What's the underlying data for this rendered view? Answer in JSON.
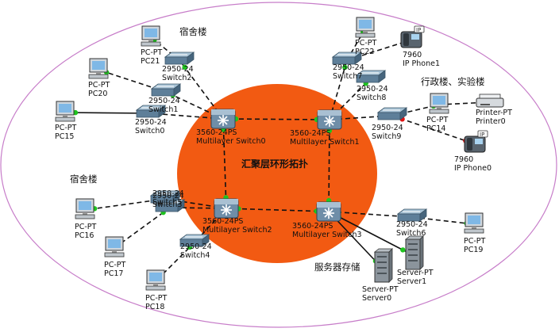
{
  "colors": {
    "ellipse_stroke": "#c77dc9",
    "core_fill": "#f25a12",
    "link_green": "#1fc41f",
    "link_red": "#e01010",
    "ring_link": "#111111"
  },
  "zones": {
    "dorm_top": "宿舍楼",
    "dorm_left": "宿舍楼",
    "admin_lab": "行政楼、实验楼",
    "server_storage": "服务器存储",
    "core_ring": "汇聚层环形拓扑"
  },
  "multilayer_switches": [
    {
      "id": "ms0",
      "model": "3560-24PS",
      "name": "Multilayer Switch0"
    },
    {
      "id": "ms1",
      "model": "3560-24PS",
      "name": "Multilayer Switch1"
    },
    {
      "id": "ms2",
      "model": "3560-24PS",
      "name": "Multilayer Switch2"
    },
    {
      "id": "ms3",
      "model": "3560-24PS",
      "name": "Multilayer Switch3"
    }
  ],
  "switches": [
    {
      "id": "sw0",
      "model": "2950-24",
      "name": "Switch0"
    },
    {
      "id": "sw1",
      "model": "2950-24",
      "name": "Switch1"
    },
    {
      "id": "sw2",
      "model": "2950-24",
      "name": "Switch2"
    },
    {
      "id": "sw3",
      "model": "2950-24",
      "name": "Switch3"
    },
    {
      "id": "sw4",
      "model": "2950-24",
      "name": "Switch4"
    },
    {
      "id": "sw5",
      "model": "2950-24",
      "name": "Switch5"
    },
    {
      "id": "sw6",
      "model": "2950-24",
      "name": "Switch6"
    },
    {
      "id": "sw7",
      "model": "2950-24",
      "name": "Switch7"
    },
    {
      "id": "sw8",
      "model": "2950-24",
      "name": "Switch8"
    },
    {
      "id": "sw9",
      "model": "2950-24",
      "name": "Switch9"
    }
  ],
  "pcs": [
    {
      "id": "pc14",
      "model": "PC-PT",
      "name": "PC14"
    },
    {
      "id": "pc15",
      "model": "PC-PT",
      "name": "PC15"
    },
    {
      "id": "pc16",
      "model": "PC-PT",
      "name": "PC16"
    },
    {
      "id": "pc17",
      "model": "PC-PT",
      "name": "PC17"
    },
    {
      "id": "pc18",
      "model": "PC-PT",
      "name": "PC18"
    },
    {
      "id": "pc19",
      "model": "PC-PT",
      "name": "PC19"
    },
    {
      "id": "pc20",
      "model": "PC-PT",
      "name": "PC20"
    },
    {
      "id": "pc21",
      "model": "PC-PT",
      "name": "PC21"
    },
    {
      "id": "pc22",
      "model": "PC-PT",
      "name": "PC22"
    }
  ],
  "phones": [
    {
      "id": "phone0",
      "model": "7960",
      "name": "IP Phone0"
    },
    {
      "id": "phone1",
      "model": "7960",
      "name": "IP Phone1"
    }
  ],
  "printers": [
    {
      "id": "printer0",
      "model": "Printer-PT",
      "name": "Printer0"
    }
  ],
  "servers": [
    {
      "id": "server0",
      "model": "Server-PT",
      "name": "Server0"
    },
    {
      "id": "server1",
      "model": "Server-PT",
      "name": "Server1"
    }
  ],
  "links": [
    {
      "a": "ms0",
      "b": "ms1",
      "style": "dashed"
    },
    {
      "a": "ms0",
      "b": "ms2",
      "style": "dashed"
    },
    {
      "a": "ms1",
      "b": "ms3",
      "style": "dashed"
    },
    {
      "a": "ms2",
      "b": "ms3",
      "style": "dashed"
    },
    {
      "a": "ms0",
      "b": "sw0",
      "style": "dashed"
    },
    {
      "a": "ms0",
      "b": "sw1",
      "style": "dashed"
    },
    {
      "a": "ms0",
      "b": "sw2",
      "style": "dashed"
    },
    {
      "a": "ms1",
      "b": "sw7",
      "style": "dashed"
    },
    {
      "a": "ms1",
      "b": "sw8",
      "style": "dashed"
    },
    {
      "a": "ms1",
      "b": "sw9",
      "style": "dashed"
    },
    {
      "a": "ms2",
      "b": "sw3",
      "style": "dashed"
    },
    {
      "a": "ms2",
      "b": "sw4",
      "style": "dashed"
    },
    {
      "a": "ms2",
      "b": "sw5",
      "style": "dashed"
    },
    {
      "a": "ms3",
      "b": "sw6",
      "style": "dashed"
    },
    {
      "a": "ms3",
      "b": "server0",
      "style": "solid"
    },
    {
      "a": "ms3",
      "b": "server1",
      "style": "solid"
    },
    {
      "a": "sw0",
      "b": "pc15",
      "style": "solid"
    },
    {
      "a": "sw1",
      "b": "pc20",
      "style": "dashed"
    },
    {
      "a": "sw2",
      "b": "pc21",
      "style": "dashed"
    },
    {
      "a": "sw5",
      "b": "pc16",
      "style": "dashed"
    },
    {
      "a": "sw3",
      "b": "pc17",
      "style": "dashed"
    },
    {
      "a": "sw4",
      "b": "pc18",
      "style": "dashed"
    },
    {
      "a": "sw6",
      "b": "pc19",
      "style": "dashed"
    },
    {
      "a": "sw7",
      "b": "pc22",
      "style": "dashed"
    },
    {
      "a": "sw7",
      "b": "phone1",
      "style": "red"
    },
    {
      "a": "sw9",
      "b": "pc14",
      "style": "dashed"
    },
    {
      "a": "sw9",
      "b": "phone0",
      "style": "red"
    },
    {
      "a": "pc14",
      "b": "printer0",
      "style": "dashed"
    }
  ]
}
